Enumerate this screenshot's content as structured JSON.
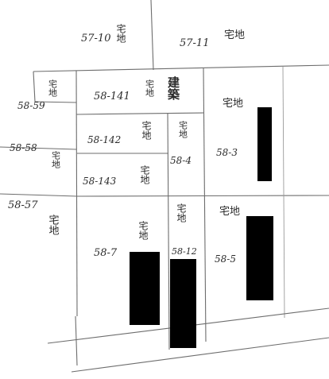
{
  "parcels": {
    "p57_10": {
      "number": "57-10",
      "use": "宅地"
    },
    "p57_11": {
      "number": "57-11",
      "use": "宅地"
    },
    "p58_59": {
      "number": "58-59",
      "use": "宅地"
    },
    "p58_58": {
      "number": "58-58",
      "use": "宅地"
    },
    "p58_57": {
      "number": "58-57",
      "use": "宅地"
    },
    "p58_141": {
      "number": "58-141",
      "use": "宅地",
      "extra": "建築"
    },
    "p58_142": {
      "number": "58-142",
      "use": "宅地"
    },
    "p58_143": {
      "number": "58-143",
      "use": "宅地"
    },
    "p58_4": {
      "number": "58-4",
      "use": "宅地"
    },
    "p58_3": {
      "number": "58-3",
      "use": "宅地"
    },
    "p58_7": {
      "number": "58-7",
      "use": "宅地"
    },
    "p58_12": {
      "number": "58-12",
      "use": "宅地"
    },
    "p58_5": {
      "number": "58-5",
      "use": "宅地"
    }
  }
}
